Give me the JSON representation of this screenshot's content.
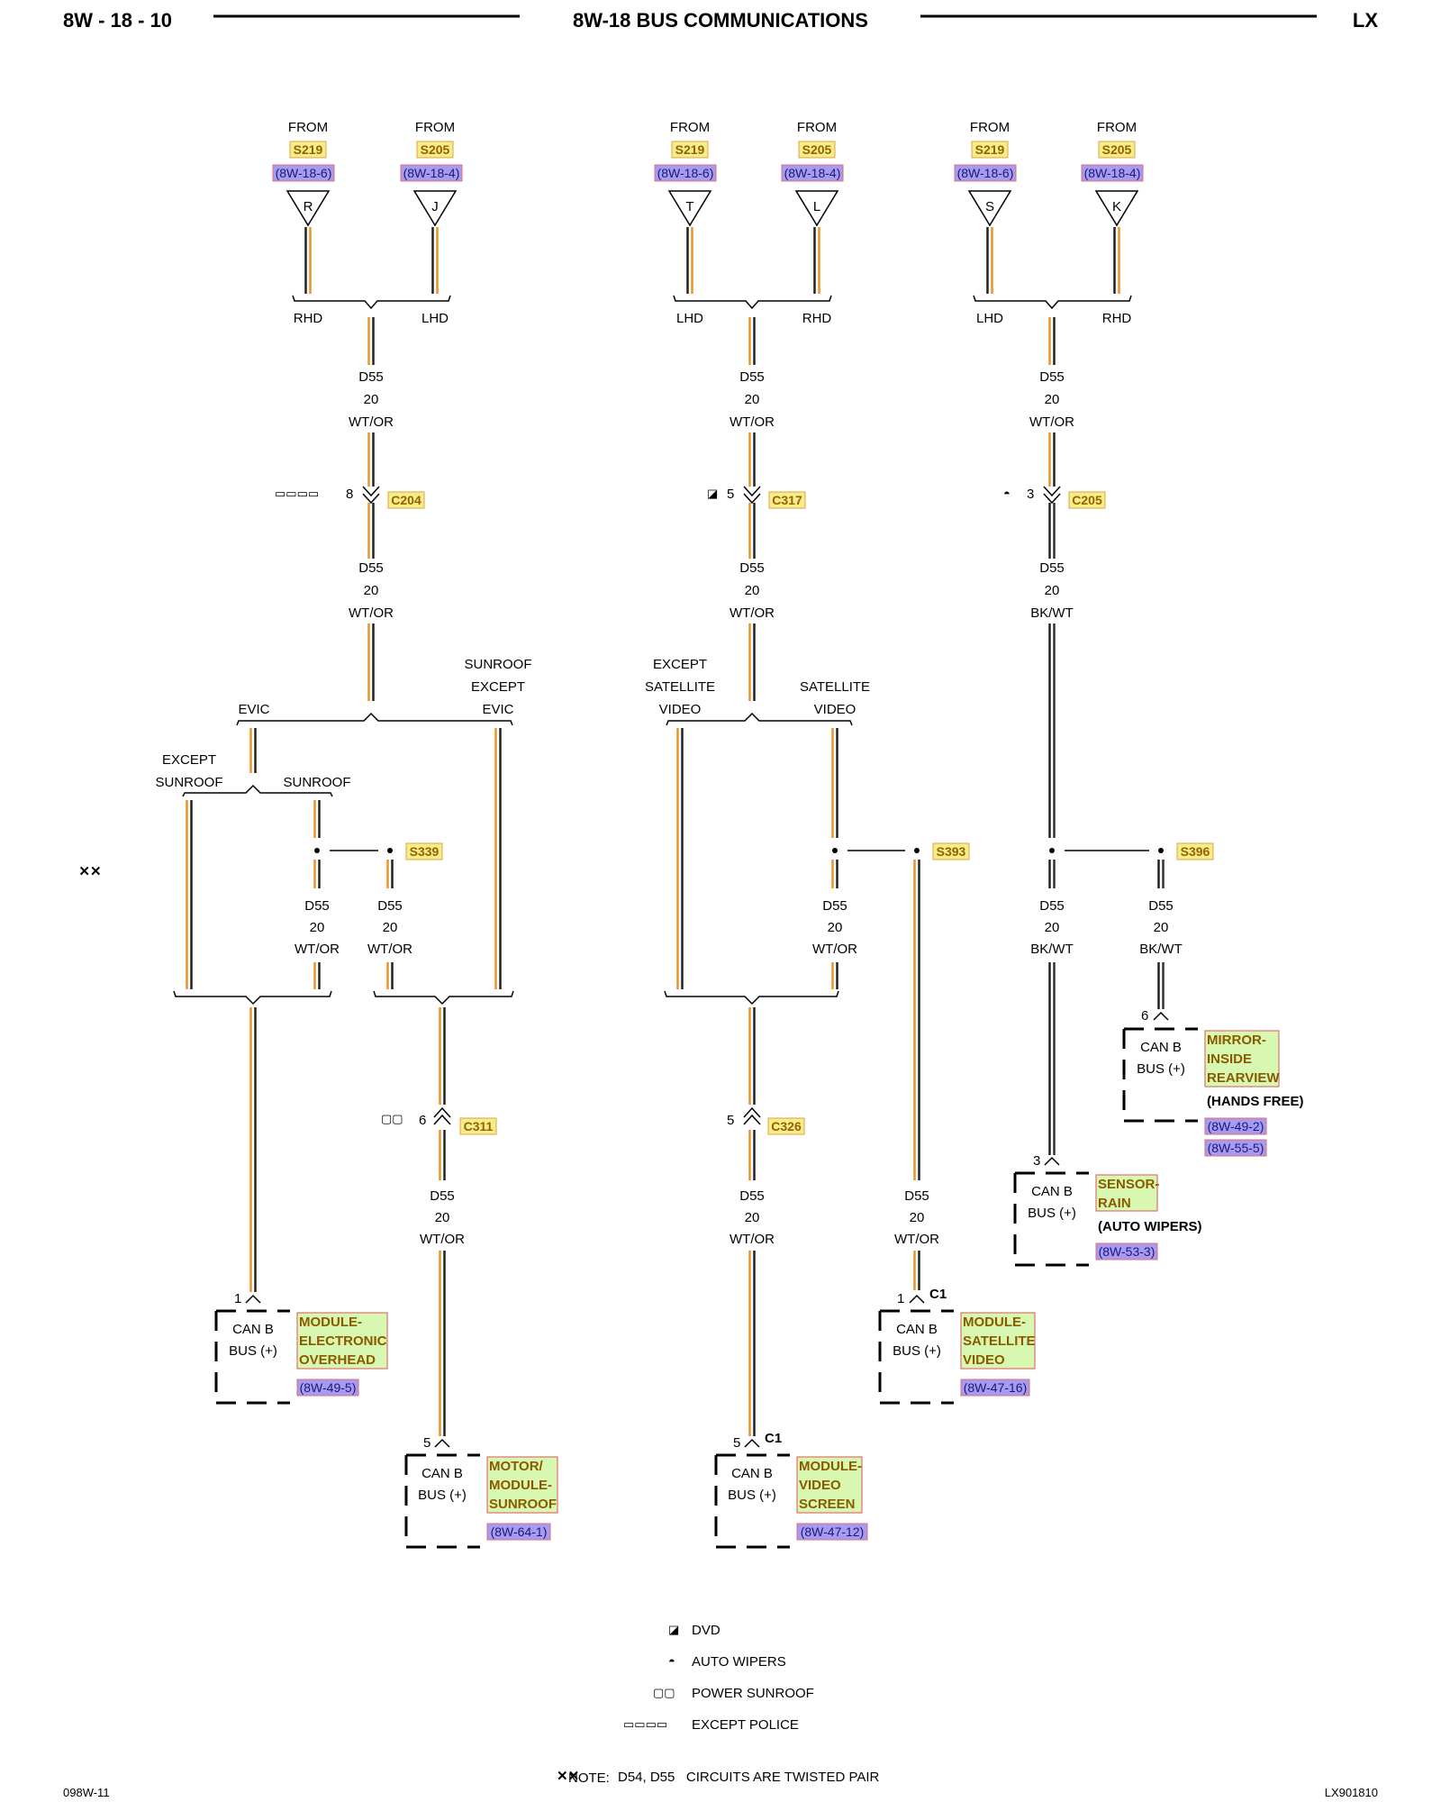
{
  "header": {
    "left": "8W - 18 - 10",
    "center": "8W-18 BUS COMMUNICATIONS",
    "right": "LX"
  },
  "footer": {
    "left": "098W-11",
    "right": "LX901810",
    "note_prefix": "NOTE:",
    "note": "D54, D55   CIRCUITS ARE TWISTED PAIR"
  },
  "from_blocks": [
    {
      "from": "FROM",
      "splice": "S219",
      "ref": "(8W-18-6)",
      "pin": "R"
    },
    {
      "from": "FROM",
      "splice": "S205",
      "ref": "(8W-18-4)",
      "pin": "J"
    },
    {
      "from": "FROM",
      "splice": "S219",
      "ref": "(8W-18-6)",
      "pin": "T"
    },
    {
      "from": "FROM",
      "splice": "S205",
      "ref": "(8W-18-4)",
      "pin": "L"
    },
    {
      "from": "FROM",
      "splice": "S219",
      "ref": "(8W-18-6)",
      "pin": "S"
    },
    {
      "from": "FROM",
      "splice": "S205",
      "ref": "(8W-18-4)",
      "pin": "K"
    }
  ],
  "branch_labels": [
    "RHD",
    "LHD",
    "LHD",
    "RHD",
    "LHD",
    "RHD"
  ],
  "wire_labels": [
    [
      "D55",
      "20",
      "WT/OR"
    ],
    [
      "D55",
      "20",
      "WT/OR"
    ],
    [
      "D55",
      "20",
      "WT/OR"
    ],
    [
      "D55",
      "20",
      "WT/OR"
    ],
    [
      "D55",
      "20",
      "WT/OR"
    ],
    [
      "D55",
      "20",
      "BK/WT"
    ],
    [
      "D55",
      "20",
      "WT/OR"
    ],
    [
      "D55",
      "20",
      "WT/OR"
    ],
    [
      "D55",
      "20",
      "WT/OR"
    ],
    [
      "D55",
      "20",
      "BK/WT"
    ],
    [
      "D55",
      "20",
      "BK/WT"
    ],
    [
      "D55",
      "20",
      "WT/OR"
    ],
    [
      "D55",
      "20",
      "WT/OR"
    ],
    [
      "D55",
      "20",
      "WT/OR"
    ]
  ],
  "connectors": [
    {
      "id": "C204",
      "pin": "8",
      "symbol": "▭▭▭▭"
    },
    {
      "id": "C317",
      "pin": "5",
      "symbol": "◪"
    },
    {
      "id": "C205",
      "pin": "3",
      "symbol": "◓"
    },
    {
      "id": "C311",
      "pin": "6",
      "symbol": "▢▢"
    },
    {
      "id": "C326",
      "pin": "5",
      "symbol": ""
    }
  ],
  "option_labels": {
    "evic": "EVIC",
    "sunroof_except_evic": [
      "SUNROOF",
      "EXCEPT",
      "EVIC"
    ],
    "except_sunroof": [
      "EXCEPT",
      "SUNROOF"
    ],
    "sunroof": "SUNROOF",
    "except_satellite_video": [
      "EXCEPT",
      "SATELLITE",
      "VIDEO"
    ],
    "satellite_video": [
      "SATELLITE",
      "VIDEO"
    ]
  },
  "splices": [
    "S339",
    "S393",
    "S396"
  ],
  "twisted_mark": "✕✕",
  "modules": [
    {
      "pin": "1",
      "conn": "",
      "box": [
        "CAN B",
        "BUS (+)"
      ],
      "name": [
        "MODULE-",
        "ELECTRONIC",
        "OVERHEAD"
      ],
      "extra": "",
      "refs": [
        "(8W-49-5)"
      ]
    },
    {
      "pin": "5",
      "conn": "",
      "box": [
        "CAN B",
        "BUS (+)"
      ],
      "name": [
        "MOTOR/",
        "MODULE-",
        "SUNROOF"
      ],
      "extra": "",
      "refs": [
        "(8W-64-1)"
      ]
    },
    {
      "pin": "5",
      "conn": "C1",
      "box": [
        "CAN B",
        "BUS (+)"
      ],
      "name": [
        "MODULE-",
        "VIDEO",
        "SCREEN"
      ],
      "extra": "",
      "refs": [
        "(8W-47-12)"
      ]
    },
    {
      "pin": "1",
      "conn": "C1",
      "box": [
        "CAN B",
        "BUS (+)"
      ],
      "name": [
        "MODULE-",
        "SATELLITE",
        "VIDEO"
      ],
      "extra": "",
      "refs": [
        "(8W-47-16)"
      ]
    },
    {
      "pin": "3",
      "conn": "",
      "box": [
        "CAN B",
        "BUS (+)"
      ],
      "name": [
        "SENSOR-",
        "RAIN"
      ],
      "extra": "(AUTO WIPERS)",
      "refs": [
        "(8W-53-3)"
      ]
    },
    {
      "pin": "6",
      "conn": "",
      "box": [
        "CAN B",
        "BUS (+)"
      ],
      "name": [
        "MIRROR-",
        "INSIDE",
        "REARVIEW"
      ],
      "extra": "(HANDS FREE)",
      "refs": [
        "(8W-49-2)",
        "(8W-55-5)"
      ]
    }
  ],
  "legend": [
    {
      "symbol": "◪",
      "label": "DVD"
    },
    {
      "symbol": "◓",
      "label": "AUTO WIPERS"
    },
    {
      "symbol": "▢▢",
      "label": "POWER SUNROOF"
    },
    {
      "symbol": "▭▭▭▭",
      "label": "EXCEPT POLICE"
    }
  ],
  "colors": {
    "orange": "#e8942a",
    "wire_black": "#222222",
    "highlight_yellow": "#f2ee8a",
    "highlight_purple": "#a79af0",
    "highlight_green": "#d8f7b0"
  }
}
